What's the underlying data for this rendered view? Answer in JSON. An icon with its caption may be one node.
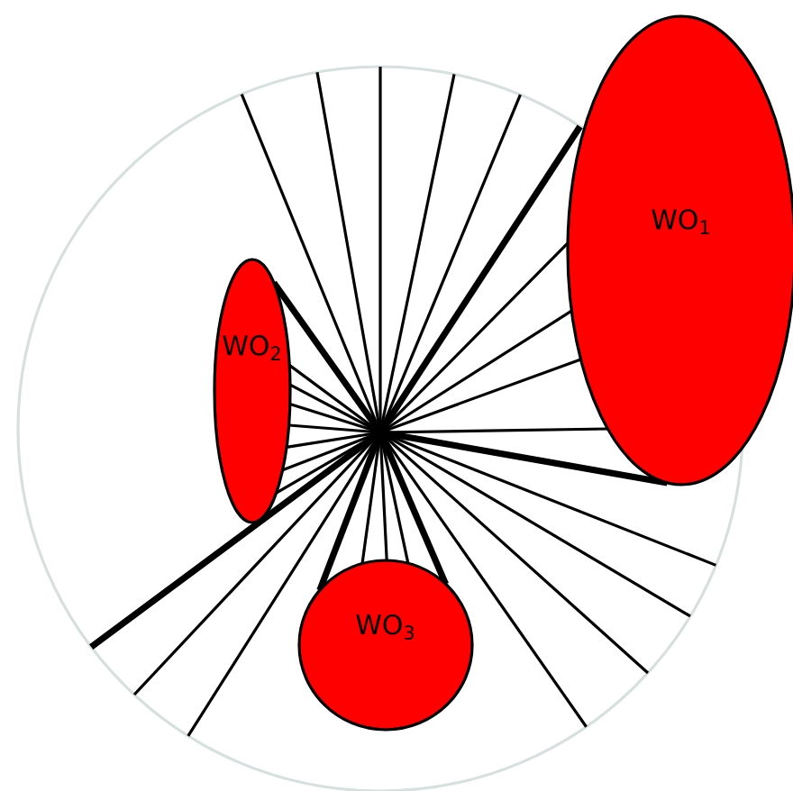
{
  "diagram": {
    "nodes": [
      {
        "text": [
          "WO$_{1}$"
        ]
      },
      {
        "text": [
          "WO$_{2}$"
        ]
      },
      {
        "text": [
          "WO$_{3}$"
        ]
      }
    ]
  }
}
